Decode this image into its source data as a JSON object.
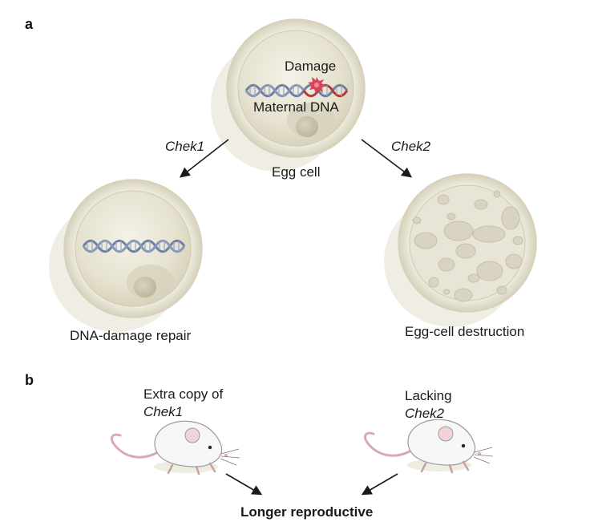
{
  "panels": {
    "a": "a",
    "b": "b"
  },
  "egg": {
    "damage_label": "Damage",
    "dna_label": "Maternal DNA",
    "caption": "Egg cell"
  },
  "pathways": {
    "left": "Chek1",
    "right": "Chek2"
  },
  "outcomes": {
    "left": "DNA-damage repair",
    "right": "Egg-cell destruction"
  },
  "mice": {
    "left_line1": "Extra copy of",
    "left_line2": "Chek1",
    "right_line1": "Lacking",
    "right_line2": "Chek2"
  },
  "result": "Longer reproductive",
  "colors": {
    "cell_fill": "#e9e5d4",
    "cell_ring": "#d9d4bf",
    "shadow": "#f0ede4",
    "nucleus": "#cdc7b0",
    "dna_blue": "#6e7fa3",
    "dna_red": "#b23a3a",
    "damage": "#d9435a",
    "arrow": "#1a1a1a",
    "mouse_body": "#f5f5f5",
    "mouse_pink": "#e7b8bf"
  }
}
